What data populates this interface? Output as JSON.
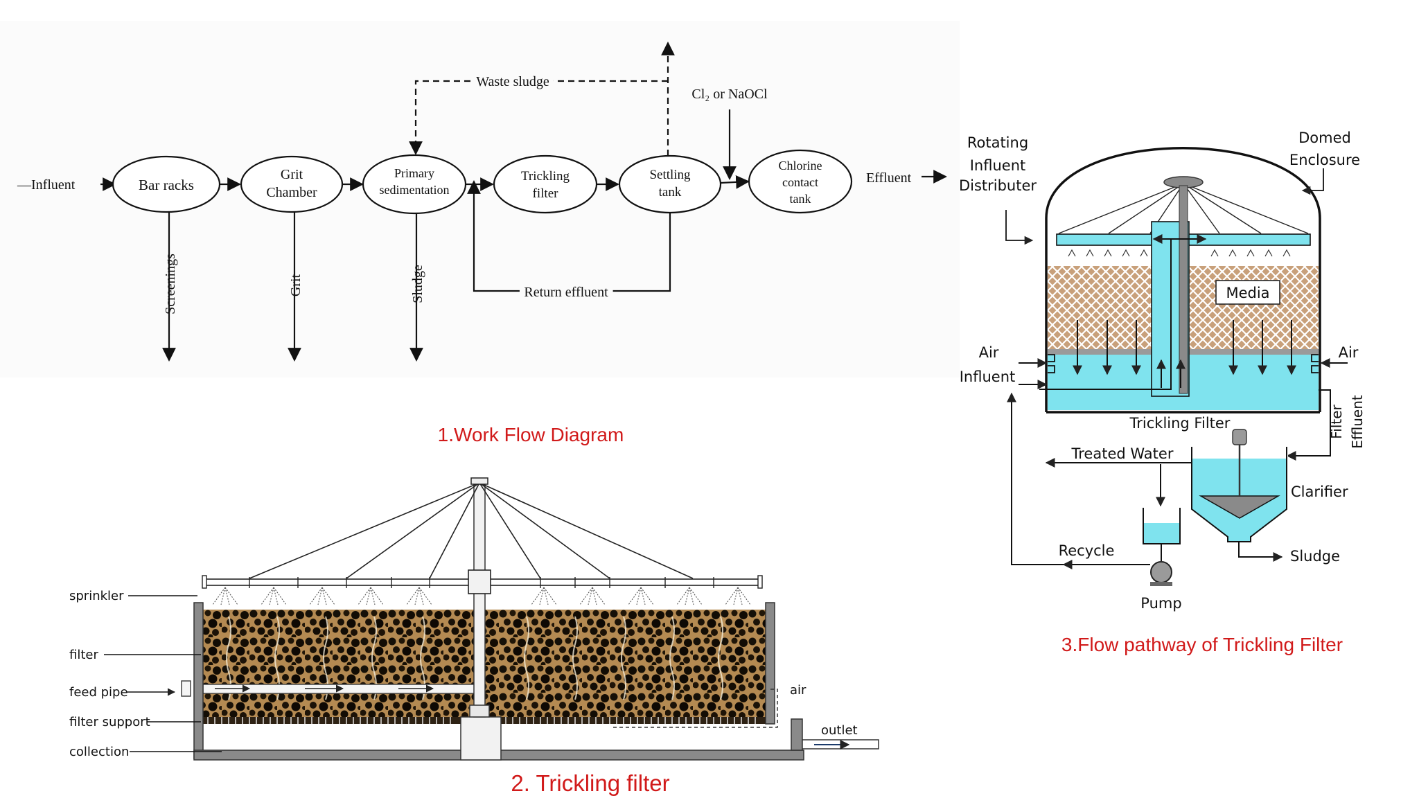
{
  "workflow": {
    "caption": "1.Work Flow Diagram",
    "influent": "—Influent",
    "effluent": "Effluent",
    "units": [
      {
        "line1": "Bar racks",
        "line2": "",
        "line3": ""
      },
      {
        "line1": "Grit",
        "line2": "Chamber",
        "line3": ""
      },
      {
        "line1": "Primary",
        "line2": "sedimentation",
        "line3": ""
      },
      {
        "line1": "Trickling",
        "line2": "filter",
        "line3": ""
      },
      {
        "line1": "Settling",
        "line2": "tank",
        "line3": ""
      },
      {
        "line1": "Chlorine",
        "line2": "contact",
        "line3": "tank"
      }
    ],
    "outputs": {
      "screenings": "Screenings",
      "grit": "Grit",
      "sludge": "Sludge"
    },
    "waste_sludge": "Waste sludge",
    "return_effluent": "Return effluent",
    "chlorine": "Cl₂ or NaOCl"
  },
  "filter": {
    "caption": "2. Trickling filter",
    "labels": {
      "sprinkler": "sprinkler",
      "filter": "filter",
      "feed_pipe": "feed pipe",
      "filter_support": "filter support",
      "collection": "collection",
      "air": "air",
      "outlet": "outlet"
    }
  },
  "flowpath": {
    "caption": "3.Flow pathway of Trickling Filter",
    "labels": {
      "distributor": [
        "Rotating",
        "Influent",
        "Distributer"
      ],
      "enclosure": [
        "Domed",
        "Enclosure"
      ],
      "media": "Media",
      "air_left": "Air",
      "air_right": "Air",
      "influent": "Influent",
      "tank": "Trickling Filter",
      "filter_effluent": [
        "Filter",
        "Effluent"
      ],
      "treated_water": "Treated Water",
      "clarifier": "Clarifier",
      "recycle": "Recycle",
      "sludge": "Sludge",
      "pump": "Pump"
    }
  },
  "colors": {
    "caption": "#d11a1a",
    "water": "#7fe3ee",
    "media": "#c8a07a",
    "support": "#3a2a1a"
  }
}
